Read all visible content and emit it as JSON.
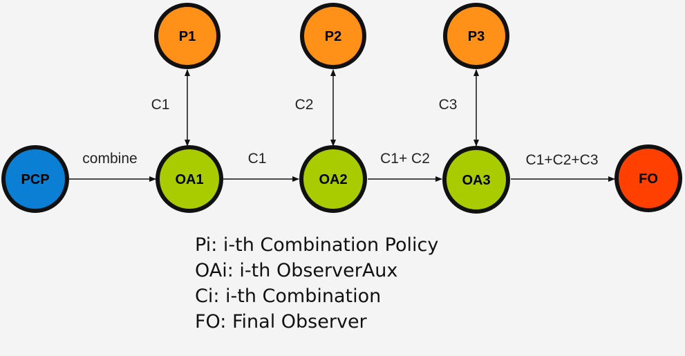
{
  "nodes": {
    "pcp": {
      "label": "PCP",
      "color": "#0a7fd4"
    },
    "oa1": {
      "label": "OA1",
      "color": "#a8cc00"
    },
    "oa2": {
      "label": "OA2",
      "color": "#a8cc00"
    },
    "oa3": {
      "label": "OA3",
      "color": "#a8cc00"
    },
    "fo": {
      "label": "FO",
      "color": "#ff4000"
    },
    "p1": {
      "label": "P1",
      "color": "#ff9018"
    },
    "p2": {
      "label": "P2",
      "color": "#ff9018"
    },
    "p3": {
      "label": "P3",
      "color": "#ff9018"
    }
  },
  "edges": {
    "pcp_oa1": "combine",
    "oa1_oa2": "C1",
    "oa2_oa3": "C1+ C2",
    "oa3_fo": "C1+C2+C3",
    "oa1_p1": "C1",
    "oa2_p2": "C2",
    "oa3_p3": "C3"
  },
  "legend": {
    "line1": "Pi: i-th Combination Policy",
    "line2": "OAi: i-th ObserverAux",
    "line3": "Ci: i-th Combination",
    "line4": "FO: Final Observer"
  }
}
